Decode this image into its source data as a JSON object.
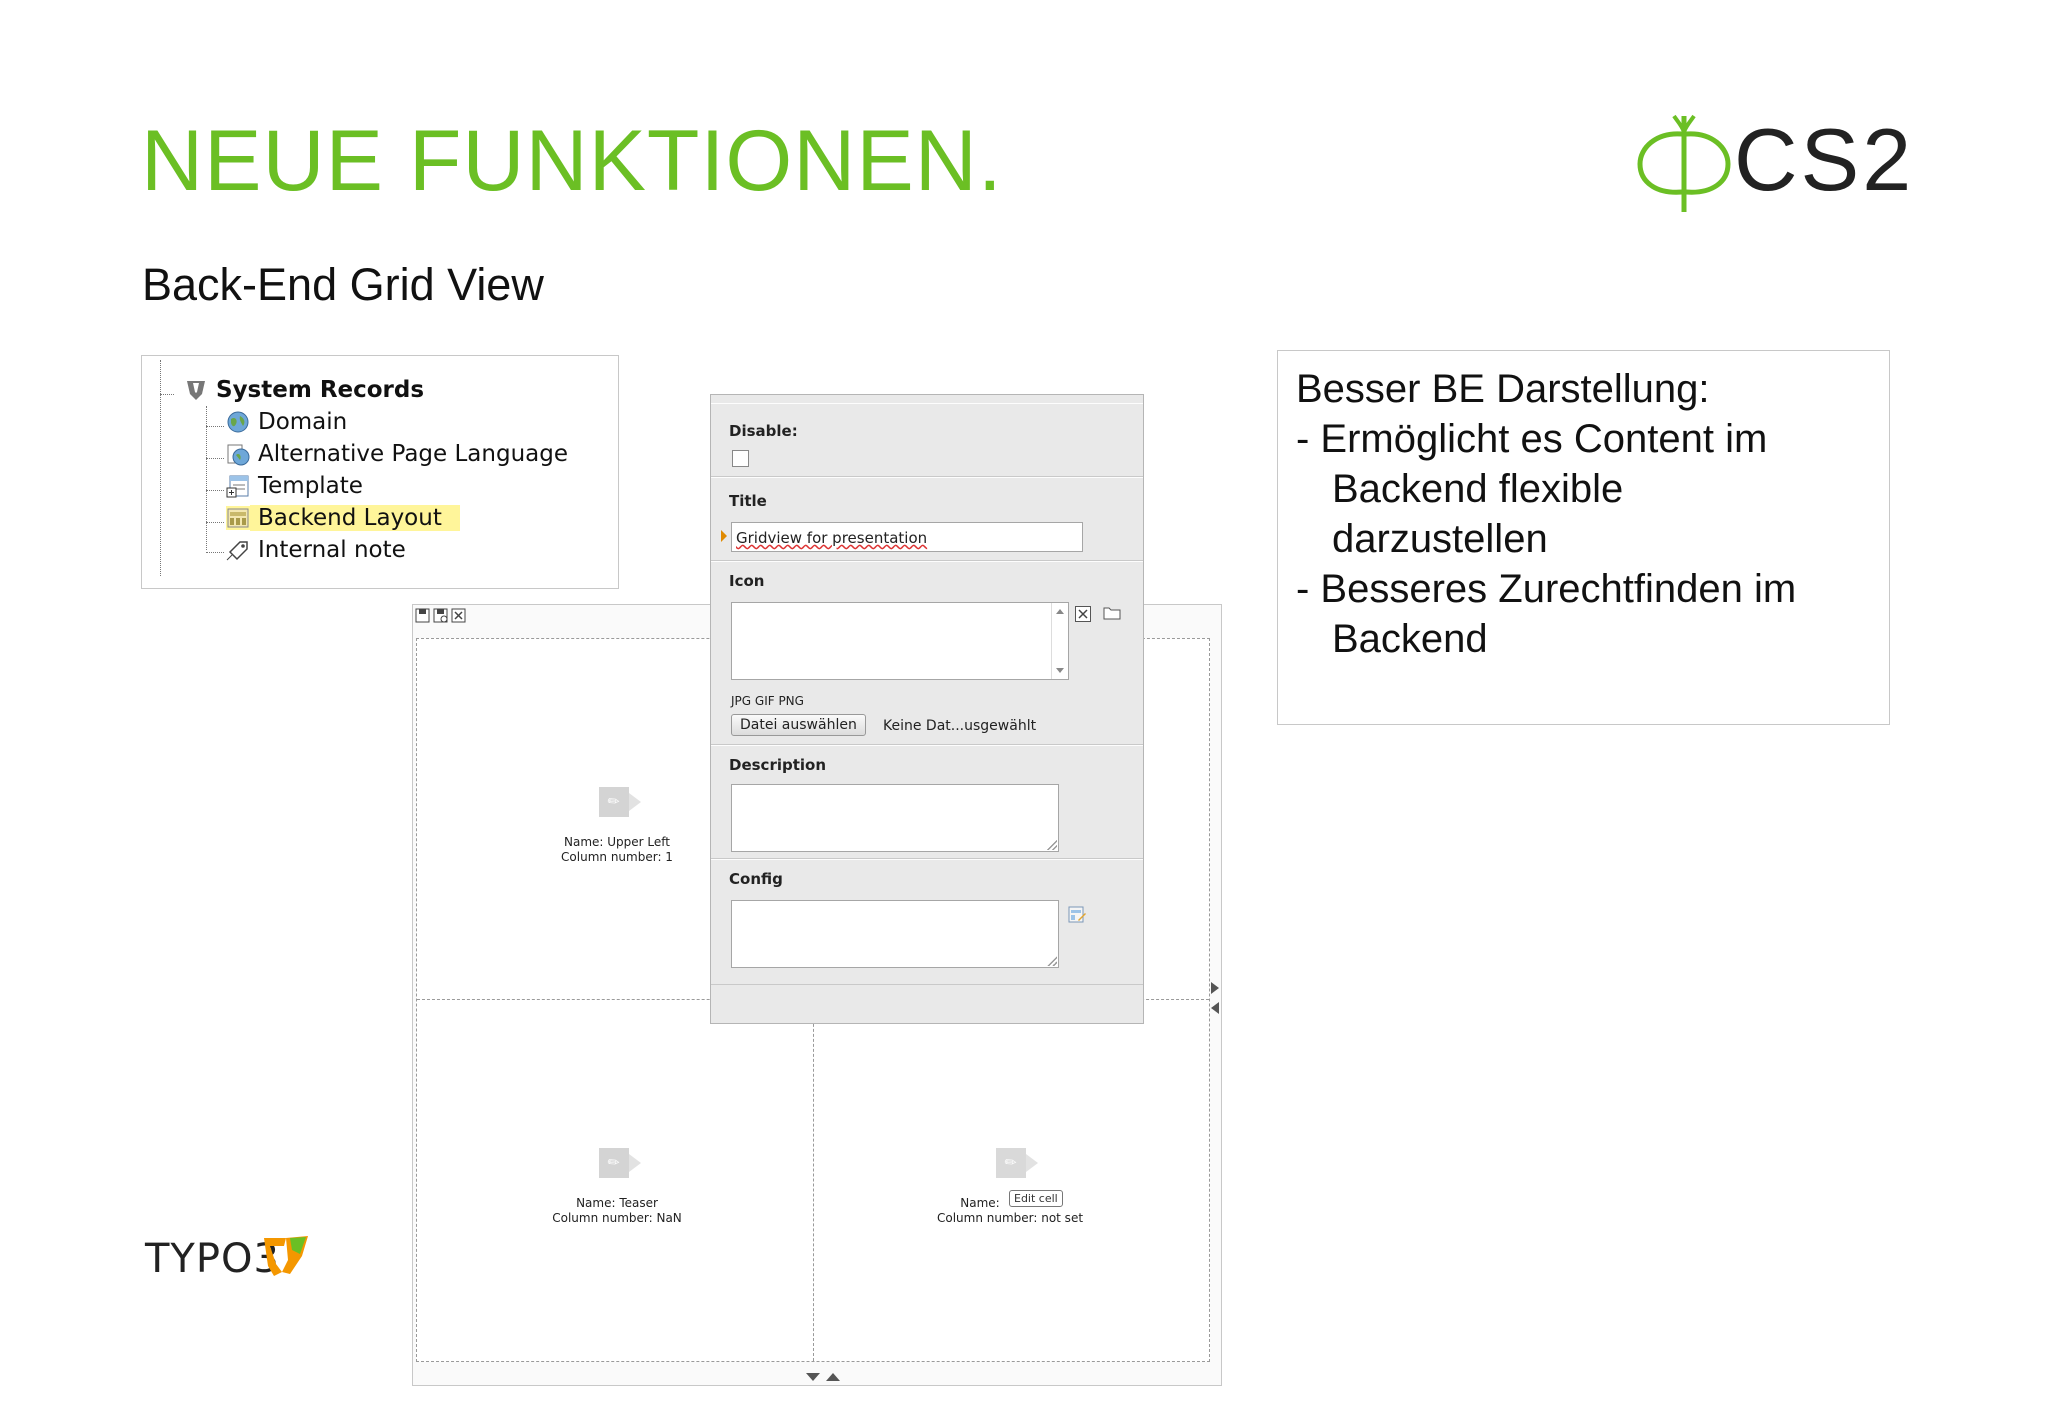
{
  "slide": {
    "title": "NEUE FUNKTIONEN.",
    "subtitle": "Back-End Grid View",
    "logo_text": "CS2",
    "footer_logo_text": "TYPO3"
  },
  "tree": {
    "root_label": "System Records",
    "items": [
      {
        "label": "Domain",
        "icon": "globe-icon"
      },
      {
        "label": "Alternative Page Language",
        "icon": "globe-page-icon"
      },
      {
        "label": "Template",
        "icon": "template-icon"
      },
      {
        "label": "Backend Layout",
        "icon": "layout-icon",
        "selected": true
      },
      {
        "label": "Internal note",
        "icon": "tag-icon"
      }
    ]
  },
  "form": {
    "disable_label": "Disable:",
    "title_label": "Title",
    "title_value": "Gridview for presentation",
    "icon_label": "Icon",
    "file_types": "JPG GIF PNG",
    "file_button": "Datei auswählen",
    "file_status": "Keine Dat...usgewählt",
    "description_label": "Description",
    "config_label": "Config"
  },
  "grid": {
    "cells": [
      {
        "name": "Name: Upper Left",
        "column": "Column number: 1"
      },
      {
        "name": "Name: Teaser",
        "column": "Column number: NaN"
      },
      {
        "name": "Name:",
        "column": "Column number: not set"
      }
    ],
    "tooltip": "Edit cell"
  },
  "info": {
    "lines": [
      "Besser BE Darstellung:",
      "- Ermöglicht es Content im",
      "Backend flexible",
      "darzustellen",
      "- Besseres Zurechtfinden im",
      "Backend"
    ]
  },
  "colors": {
    "accent_green": "#6bbf24",
    "highlight_yellow": "#fff59a",
    "typo3_orange": "#f49700"
  }
}
